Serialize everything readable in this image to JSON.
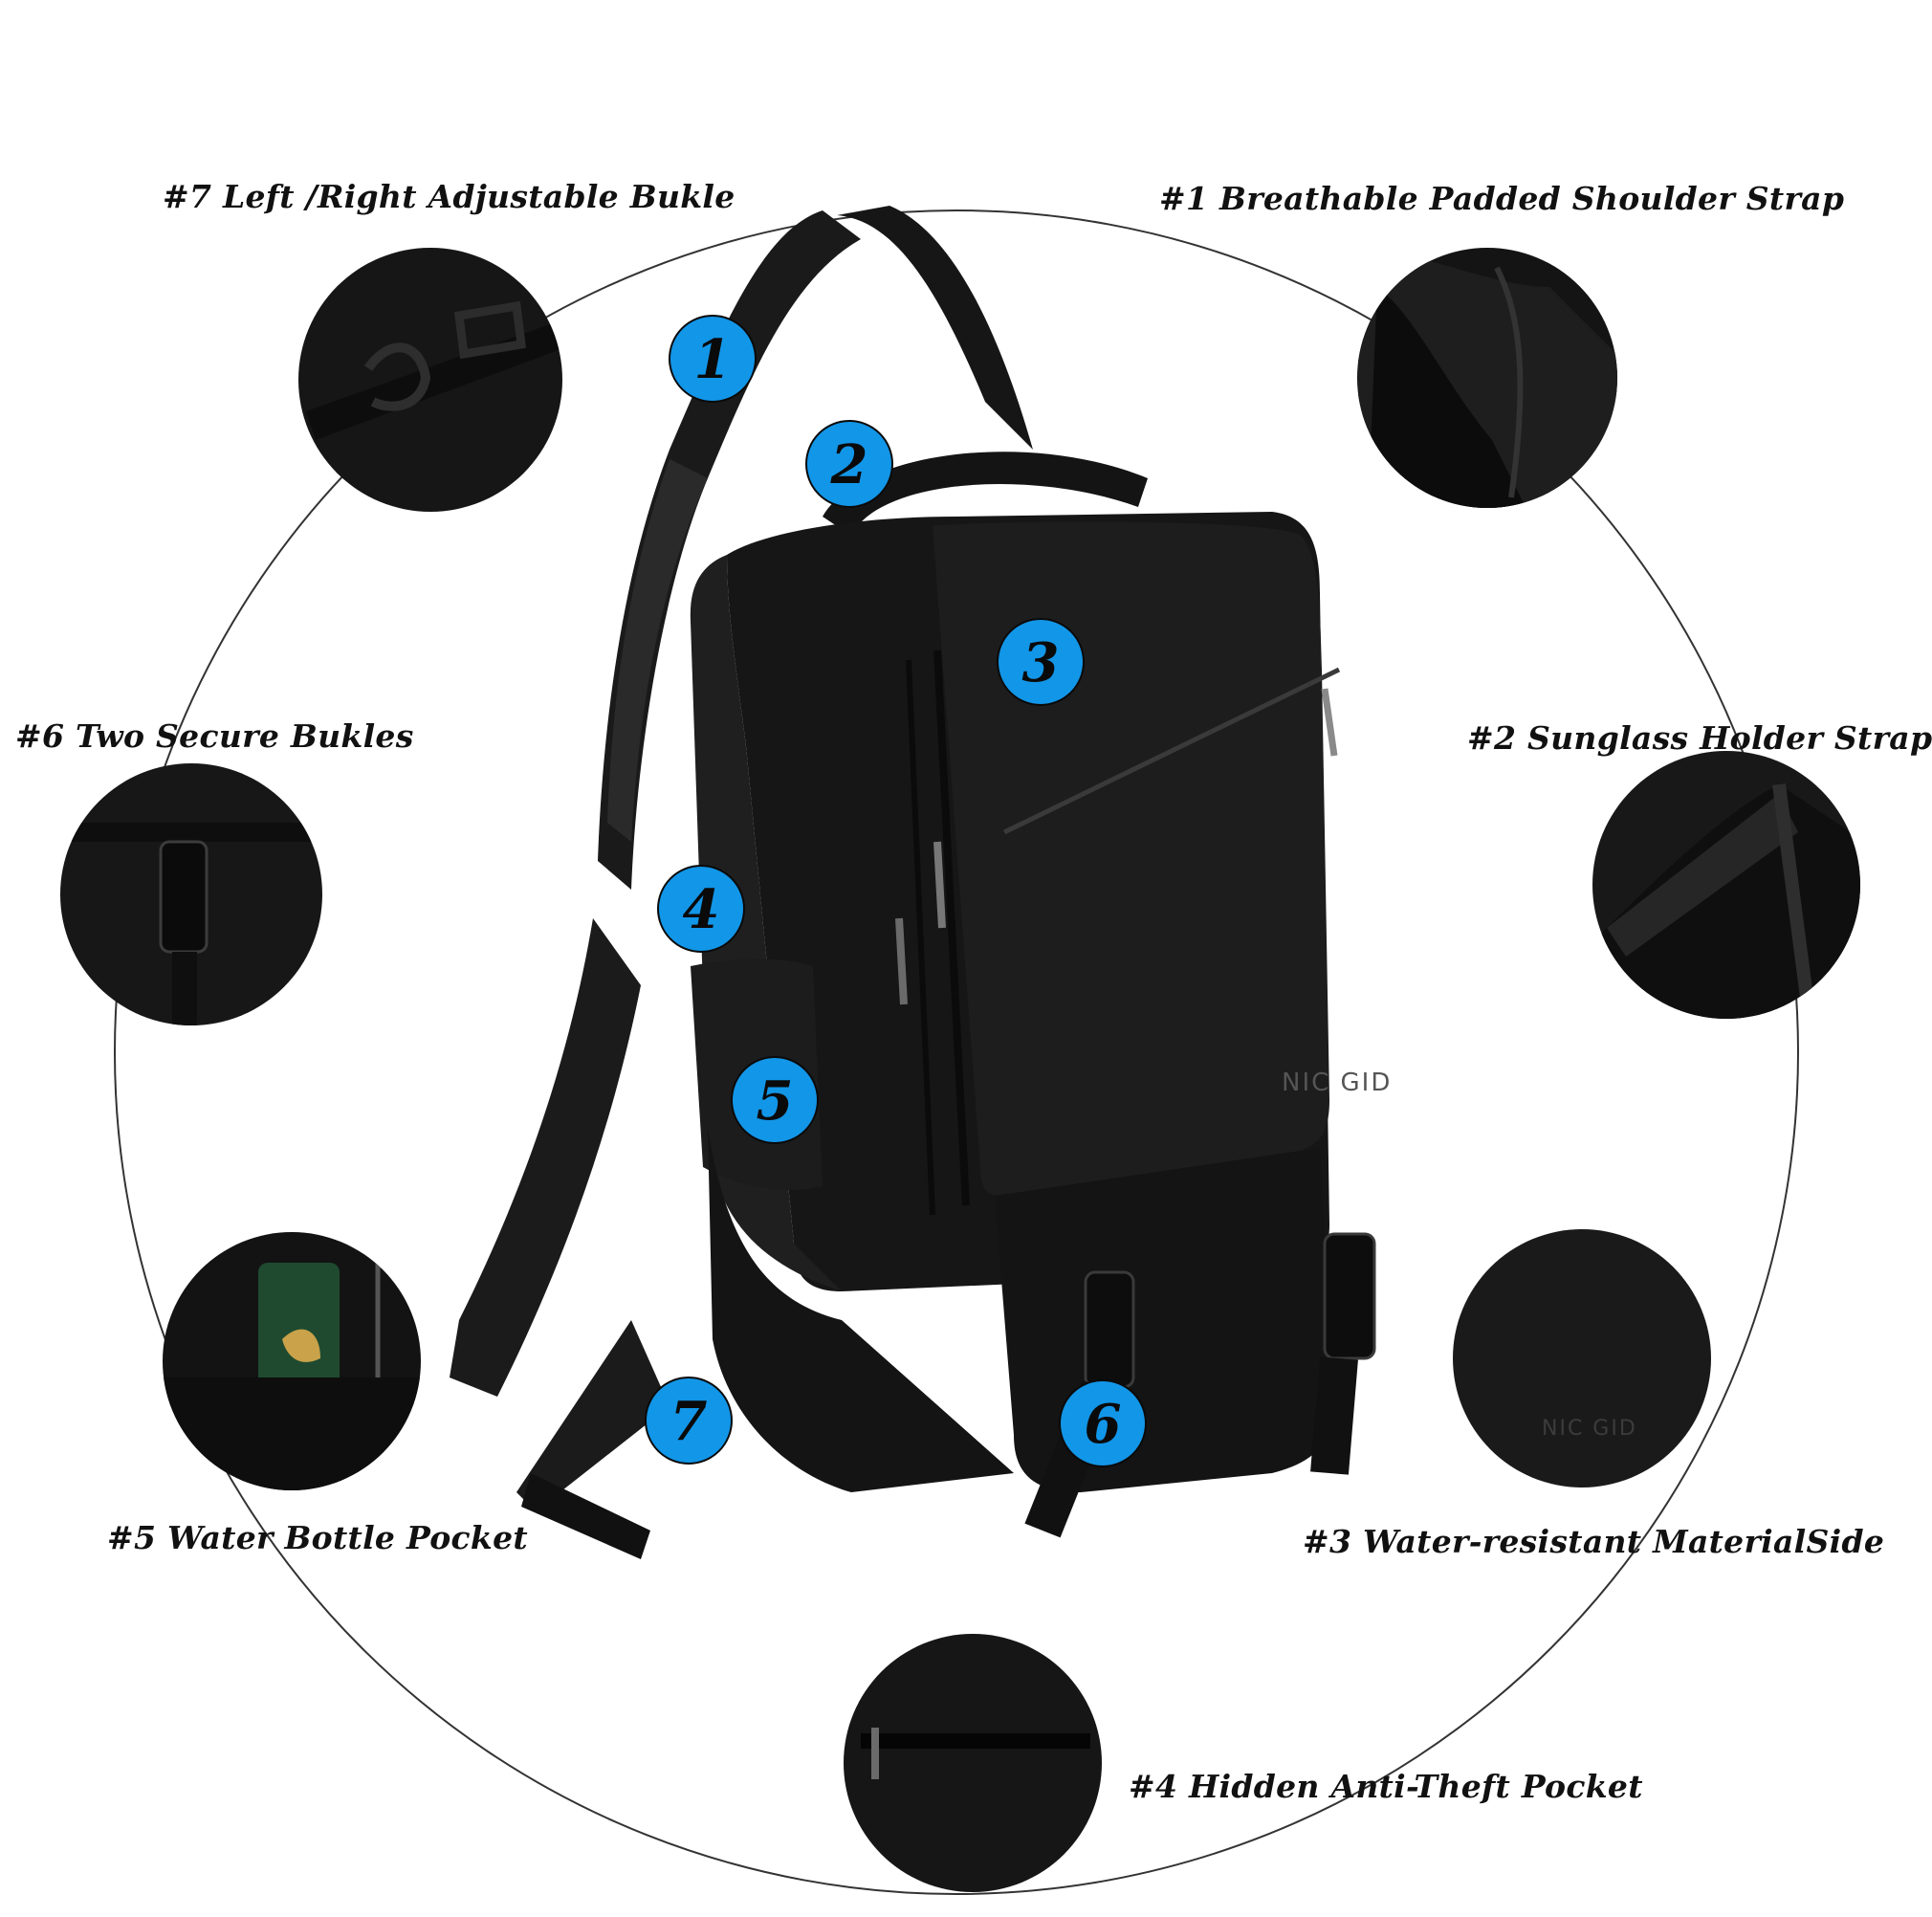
{
  "accent_color": "#1296e8",
  "bag_color": "#151515",
  "brand": "NIC GID",
  "callouts": {
    "c1": "#1 Breathable Padded Shoulder Strap",
    "c2": "#2 Sunglass Holder Strap",
    "c3": "#3 Water-resistant MaterialSide",
    "c4": "#4 Hidden Anti-Theft Pocket",
    "c5": "#5 Water Bottle Pocket",
    "c6": "#6 Two Secure Bukles",
    "c7": "#7 Left /Right Adjustable Bukle"
  },
  "markers": [
    "1",
    "2",
    "3",
    "4",
    "5",
    "6",
    "7"
  ]
}
